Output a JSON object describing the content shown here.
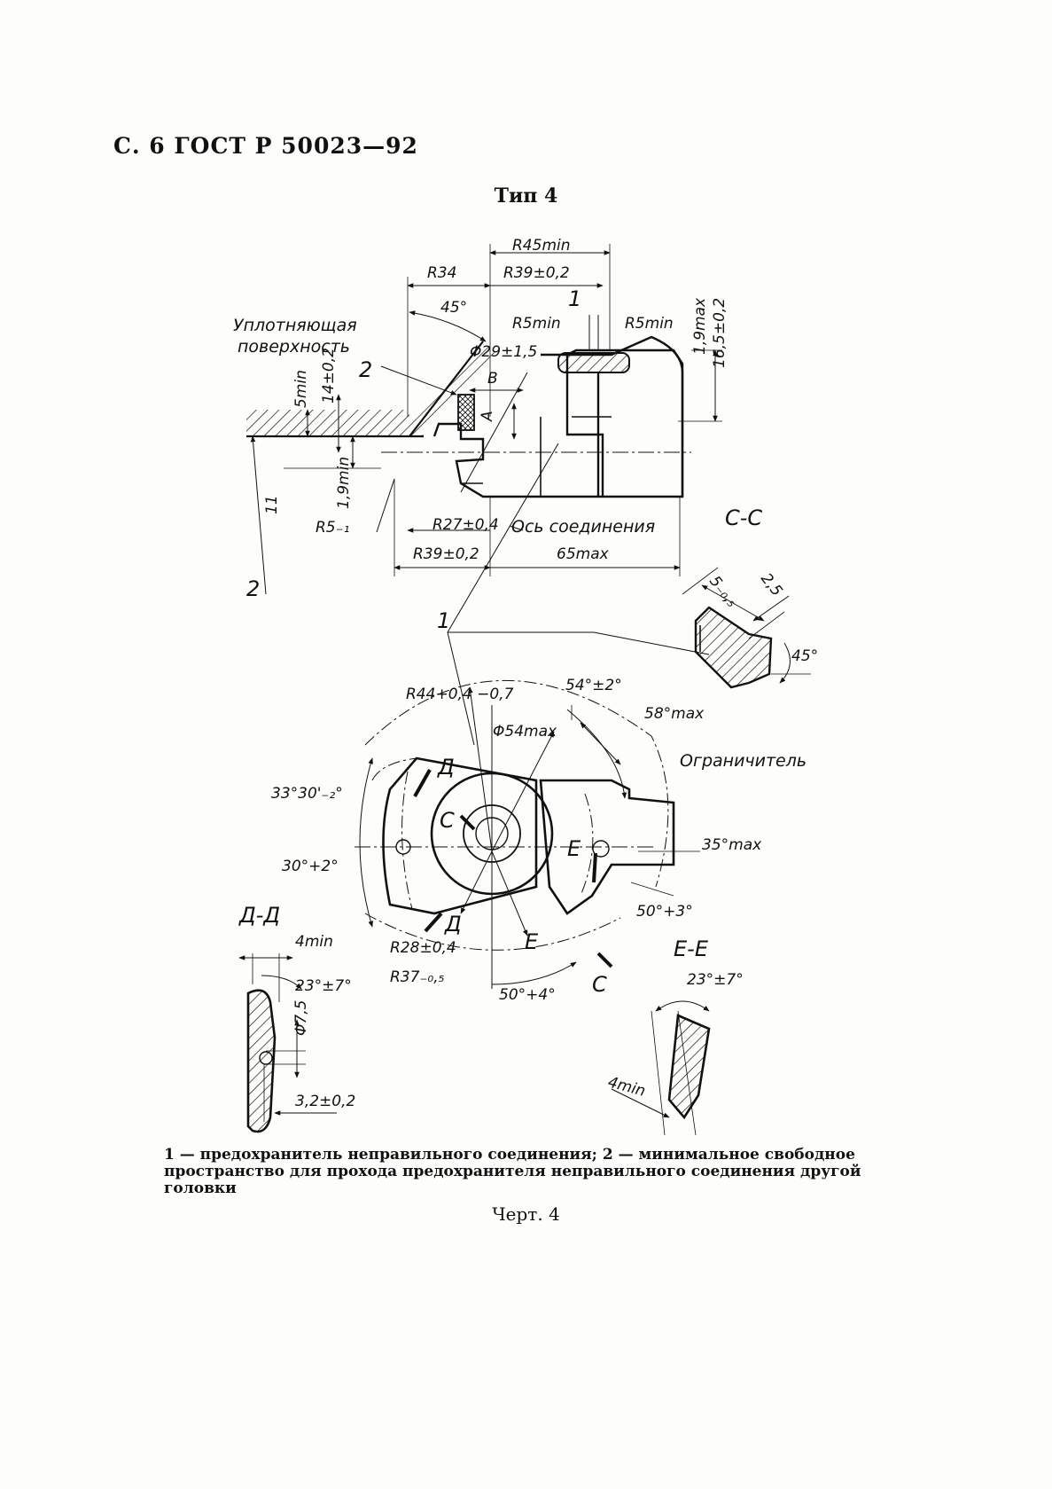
{
  "header": "С. 6 ГОСТ Р 50023—92",
  "type_title": "Тип 4",
  "labels": {
    "sealing_surface_1": "Уплотняющая",
    "sealing_surface_2": "поверхность",
    "connection_axis": "Ось соединения",
    "limiter": "Ограничитель",
    "section_cc": "С-С",
    "section_dd": "Д-Д",
    "section_ee": "Е-Е",
    "mark_1": "1",
    "mark_2": "2",
    "mark_A": "А",
    "mark_B": "В",
    "mark_C": "С",
    "mark_D": "Д",
    "mark_E": "Е"
  },
  "dims": {
    "r45min": "R45min",
    "r34": "R34",
    "r39": "R39±0,2",
    "a45": "45°",
    "r5min": "R5min",
    "d29": "Φ29±1,5",
    "h19max": "1,9max",
    "h165": "16,5±0,2",
    "h5min": "5min",
    "h14": "14±0,2",
    "h19min": "1,9min",
    "h11": "11",
    "r5_1": "R5₋₁",
    "r27": "R27±0,4",
    "r39b": "R39±0,2",
    "l65max": "65max",
    "cc5": "5₋₀,₅",
    "cc25": "2,5",
    "cc45": "45°",
    "r44": "R44+0,4 −0,7",
    "a54": "54°±2°",
    "a58": "58°max",
    "d54max": "Φ54max",
    "a3330": "33°30'₋₂°",
    "a30": "30°+2°",
    "a35": "35°max",
    "a50a": "50°+3°",
    "r28": "R28±0,4",
    "r37": "R37₋₀,₅",
    "a50b": "50°+4°",
    "dd4min": "4min",
    "dd23": "23°±7°",
    "dd75": "Φ7,5",
    "dd32": "3,2±0,2",
    "ee23": "23°±7°",
    "ee4min": "4min"
  },
  "caption": "1 — предохранитель неправильного соединения; 2 — минимальное свободное пространство для прохода предохранителя неправильного соединения другой головки",
  "figure": "Черт. 4"
}
